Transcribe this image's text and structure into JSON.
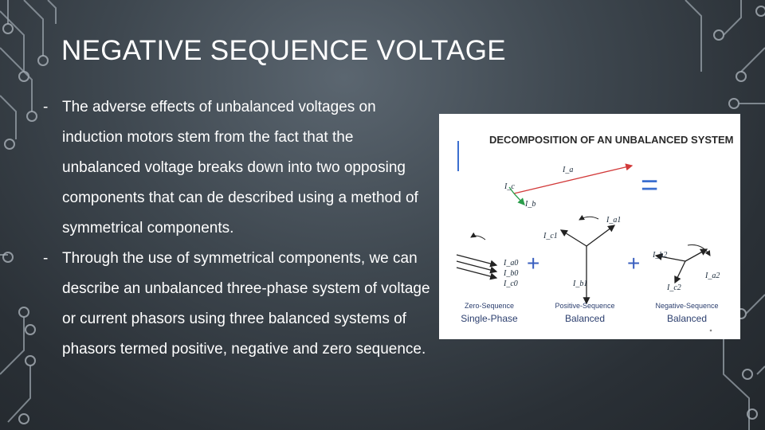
{
  "slide": {
    "title": "NEGATIVE SEQUENCE VOLTAGE",
    "bullets": [
      "The adverse effects of unbalanced voltages on induction motors stem from the fact that the unbalanced voltage breaks down into two opposing components that can de described using a method of symmetrical components.",
      "Through the use of symmetrical components, we can describe an unbalanced three-phase system of voltage or current phasors using three balanced systems of phasors termed positive, negative and zero sequence."
    ],
    "bullet_marker": "-"
  },
  "figure": {
    "heading": "DECOMPOSITION OF AN UNBALANCED SYSTEM",
    "equals": "=",
    "plus": "+",
    "phasor_labels": {
      "ia": "I_a",
      "ic": "I_c",
      "ib": "I_b",
      "ia1": "I_a1",
      "ic1": "I_c1",
      "ib1": "I_b1",
      "ia0": "I_a0",
      "ib0": "I_b0",
      "ic0": "I_c0",
      "ib2": "I_b2",
      "ia2": "I_a2",
      "ic2": "I_c2"
    },
    "captions": [
      {
        "line1": "Zero-Sequence",
        "line2": "Single-Phase"
      },
      {
        "line1": "Positive-Sequence",
        "line2": "Balanced"
      },
      {
        "line1": "Negative-Sequence",
        "line2": "Balanced"
      }
    ],
    "colors": {
      "unbalanced_a": "#d23a3a",
      "unbalanced_c": "#2a9d4a",
      "accent": "#3b6fd0",
      "plus": "#3a5fbf"
    }
  }
}
